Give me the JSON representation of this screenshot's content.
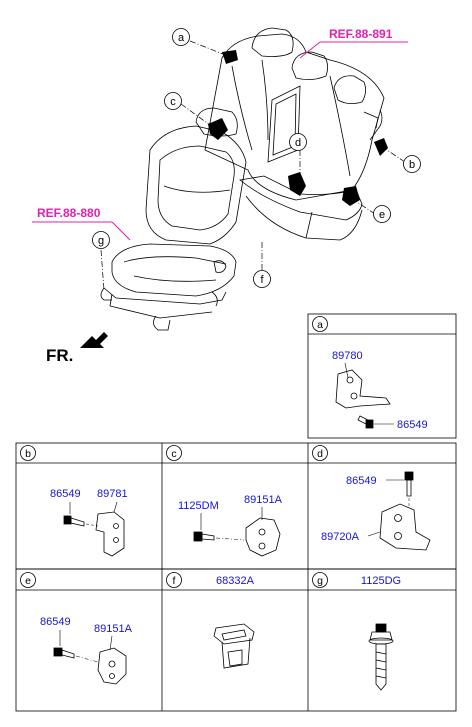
{
  "overview": {
    "ref_right": "REF.88-891",
    "ref_left": "REF.88-880",
    "front_label": "FR.",
    "callouts": [
      "a",
      "b",
      "c",
      "d",
      "e",
      "f",
      "g"
    ]
  },
  "panels": {
    "a": {
      "letter": "a",
      "part_1": "89780",
      "part_2": "86549"
    },
    "b": {
      "letter": "b",
      "part_1": "86549",
      "part_2": "89781"
    },
    "c": {
      "letter": "c",
      "part_1": "1125DM",
      "part_2": "89151A"
    },
    "d": {
      "letter": "d",
      "part_1": "86549",
      "part_2": "89720A"
    },
    "e": {
      "letter": "e",
      "part_1": "86549",
      "part_2": "89151A"
    },
    "f": {
      "letter": "f",
      "header": "68332A"
    },
    "g": {
      "letter": "g",
      "header": "1125DG"
    }
  },
  "colors": {
    "part_number": "#1515d6",
    "reference": "#e020b0",
    "line": "#000000"
  }
}
